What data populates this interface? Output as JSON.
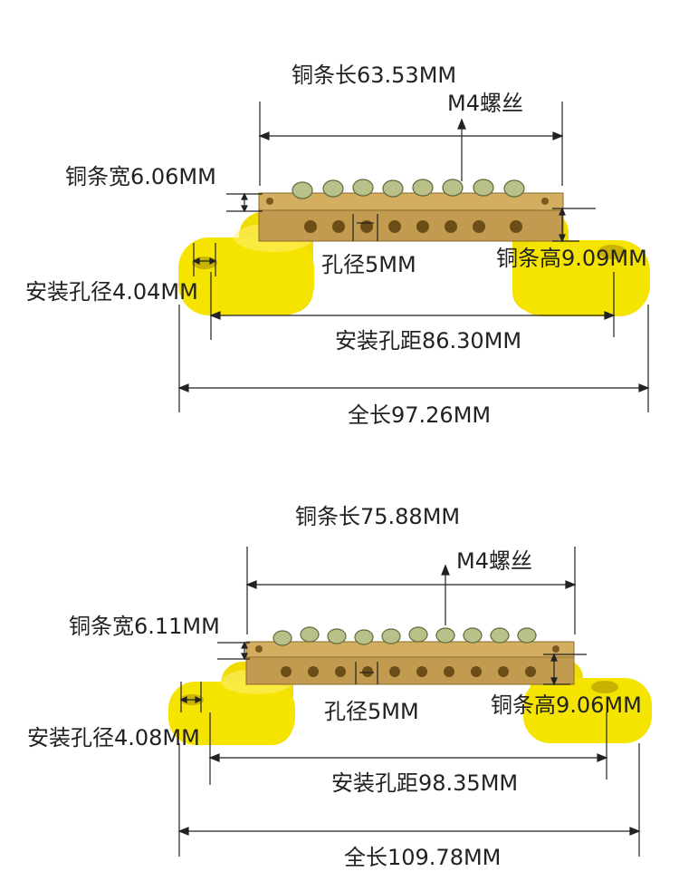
{
  "colors": {
    "holder": "#f5e400",
    "holder_shadow": "#d9c400",
    "copper": "#c9a35a",
    "copper_dark": "#8a6a2c",
    "screw": "#b9c08a",
    "line": "#222222"
  },
  "diagrams": [
    {
      "bar_length": "铜条长63.53MM",
      "screw": "M4螺丝",
      "bar_width": "铜条宽6.06MM",
      "hole_dia": "孔径5MM",
      "bar_height": "铜条高9.09MM",
      "mount_hole_dia": "安装孔径4.04MM",
      "mount_hole_spacing": "安装孔距86.30MM",
      "total_length": "全长97.26MM"
    },
    {
      "bar_length": "铜条长75.88MM",
      "screw": "M4螺丝",
      "bar_width": "铜条宽6.11MM",
      "hole_dia": "孔径5MM",
      "bar_height": "铜条高9.06MM",
      "mount_hole_dia": "安装孔径4.08MM",
      "mount_hole_spacing": "安装孔距98.35MM",
      "total_length": "全长109.78MM"
    }
  ]
}
